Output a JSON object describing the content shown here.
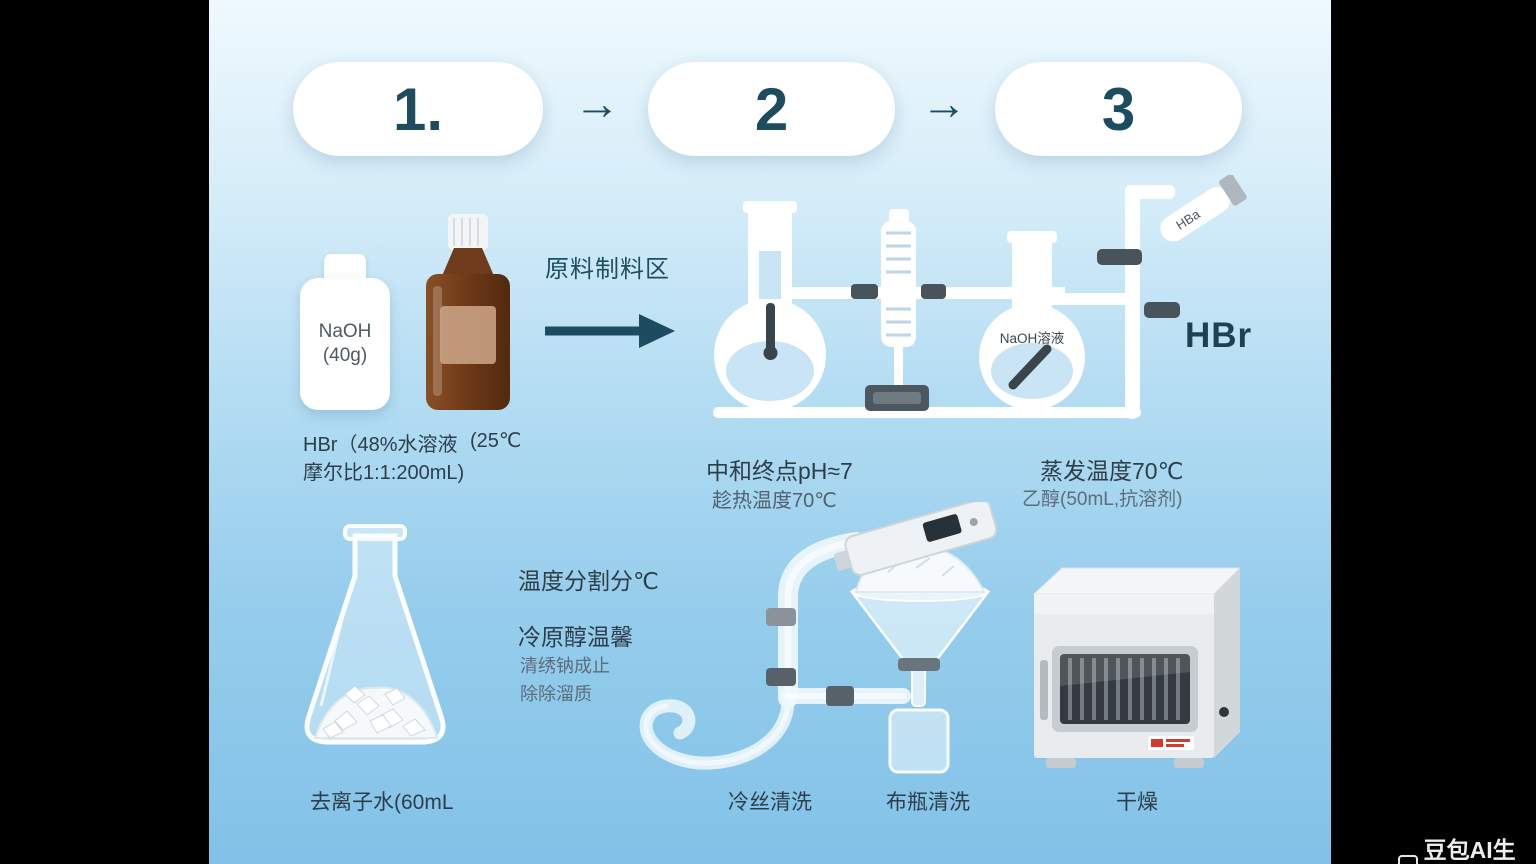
{
  "steps": {
    "s1": "1.",
    "s2": "2",
    "s3": "3"
  },
  "icons": {
    "arrow_right": "→"
  },
  "materials": {
    "naoh_line1": "NaOH",
    "naoh_line2": "(40g)",
    "area_title": "原料制料区",
    "note1": "HBr（48%水溶液",
    "note1b": "(25℃",
    "note2": "摩尔比1:1:200mL)"
  },
  "apparatus": {
    "flask2_label": "NaOH溶液",
    "tube_label": "HBa",
    "product": "HBr",
    "left_note1": "中和终点pH≈7",
    "left_note2": "趁热温度70℃",
    "right_note1": "蒸发温度70℃",
    "right_note2": "乙醇(50mL,抗溶剂)"
  },
  "bottom": {
    "mid_text1": "温度分割分℃",
    "mid_text2": "冷原醇温馨",
    "mid_text3": "清绣钠成止",
    "mid_text4": "除除溜质",
    "cap_flask": "去离子水(60mL",
    "cap_wash1": "冷丝清洗",
    "cap_wash2": "布瓶清洗",
    "cap_dry": "干燥"
  },
  "watermark": "豆包AI生成",
  "colors": {
    "accent_teal": "#1d4c5e",
    "text_dark": "#2d3e4a",
    "text_gray": "#5c6d7b",
    "bg_top": "#eff9fe",
    "bg_bottom": "#82c2e8"
  }
}
